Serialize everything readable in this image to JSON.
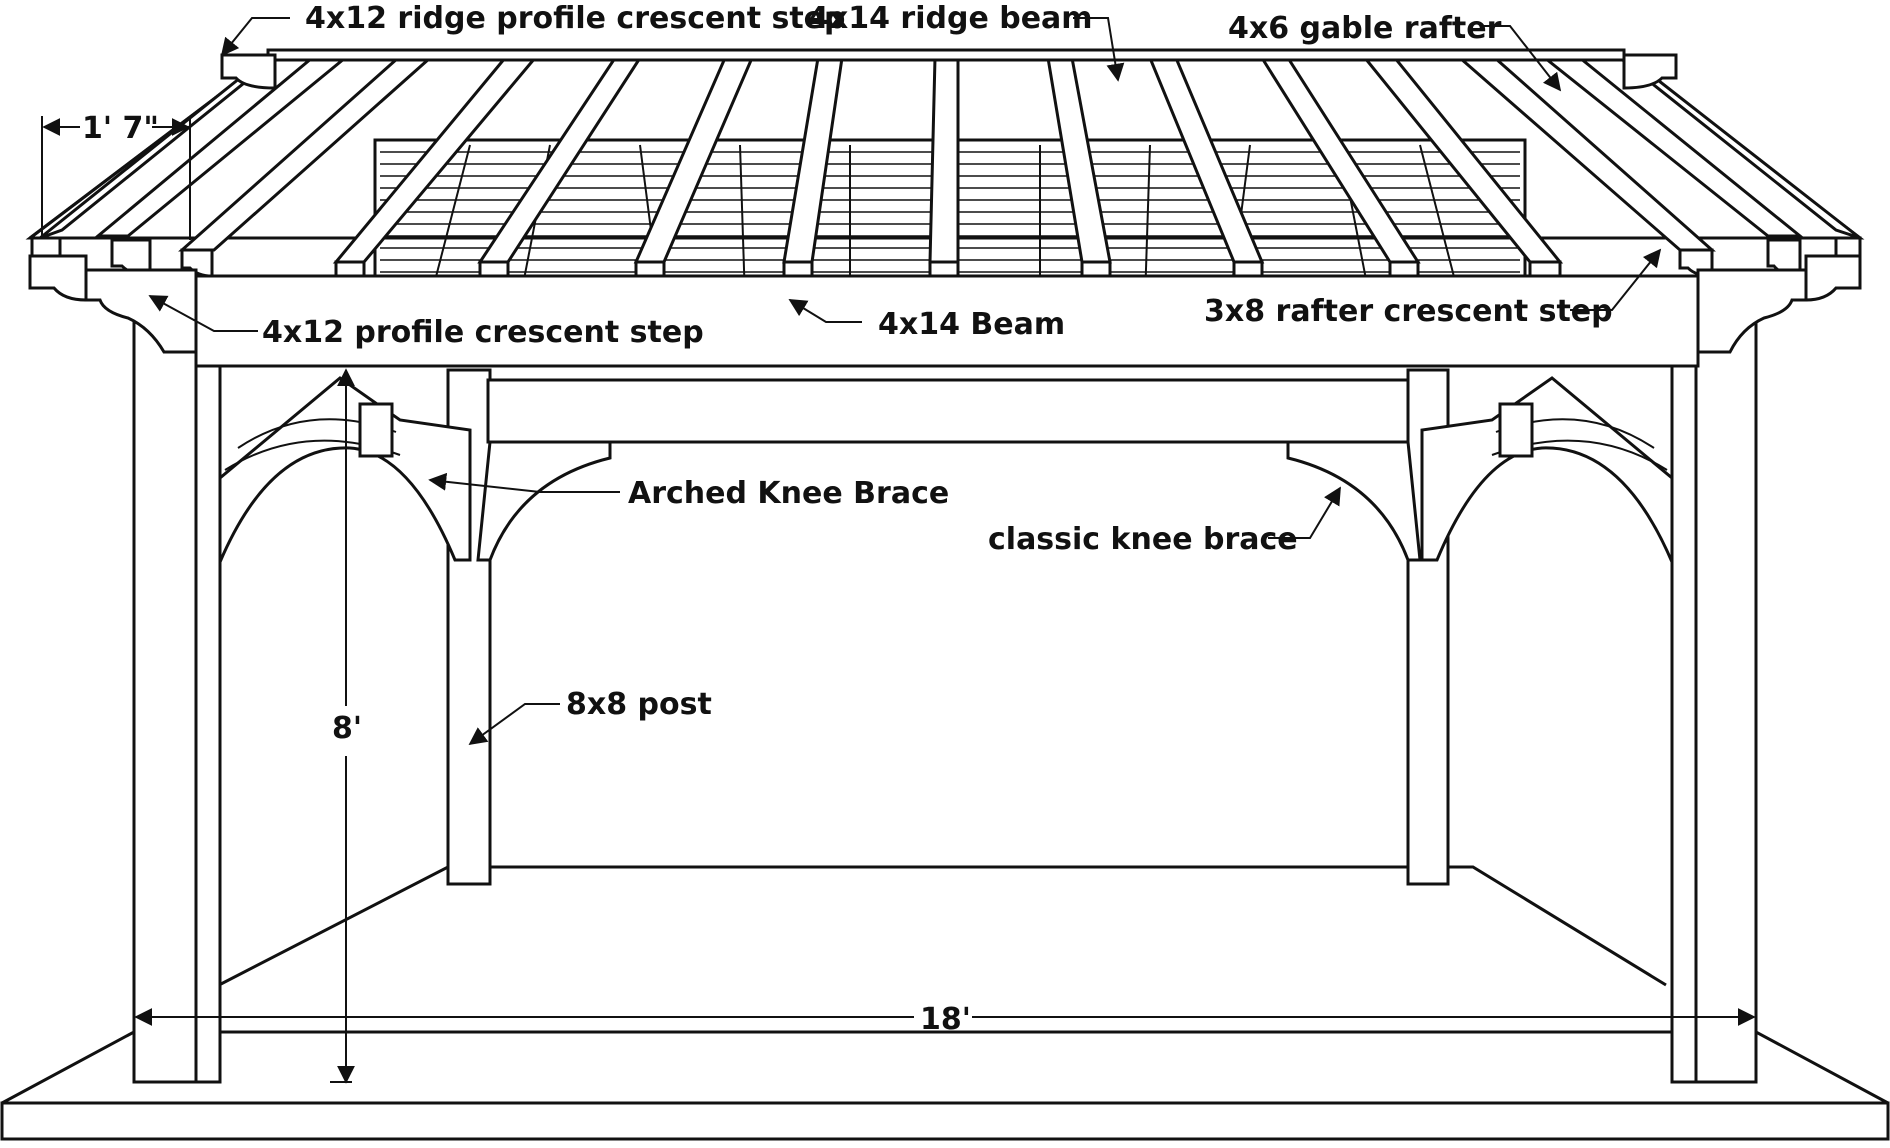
{
  "labels": {
    "ridge_profile": "4x12 ridge profile crescent step",
    "ridge_beam": "4x14 ridge beam",
    "gable_rafter": "4x6 gable rafter",
    "overhang": "1' 7\"",
    "profile_step": "4x12 profile crescent step",
    "beam": "4x14 Beam",
    "rafter_step": "3x8 rafter crescent step",
    "arched_knee": "Arched Knee Brace",
    "classic_knee": "classic knee brace",
    "post": "8x8 post",
    "height": "8'",
    "width": "18'"
  },
  "colors": {
    "line": "#111111",
    "wood": "#ffffff",
    "background": "#ffffff"
  }
}
